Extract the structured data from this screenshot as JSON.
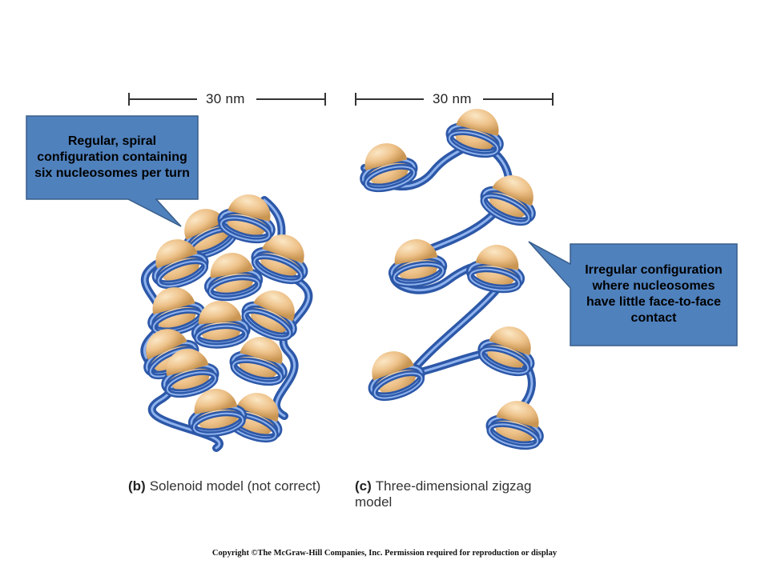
{
  "scale_bars": [
    {
      "label": "30 nm"
    },
    {
      "label": "30 nm"
    }
  ],
  "callouts": {
    "left": {
      "text": "Regular, spiral configuration containing six nucleosomes per turn"
    },
    "right": {
      "text": "Irregular configuration where nucleosomes have little face-to-face contact"
    }
  },
  "captions": {
    "b": {
      "letter": "(b)",
      "text": "Solenoid model (not correct)"
    },
    "c": {
      "letter": "(c)",
      "text": "Three-dimensional zigzag model"
    }
  },
  "copyright": "Copyright ©The McGraw-Hill Companies, Inc. Permission required for reproduction or display",
  "colors": {
    "callout_fill": "#4f81bd",
    "callout_border": "#385d8a",
    "nucleosome": "#e9be80",
    "dna_wrap": "#3e6ec4"
  }
}
